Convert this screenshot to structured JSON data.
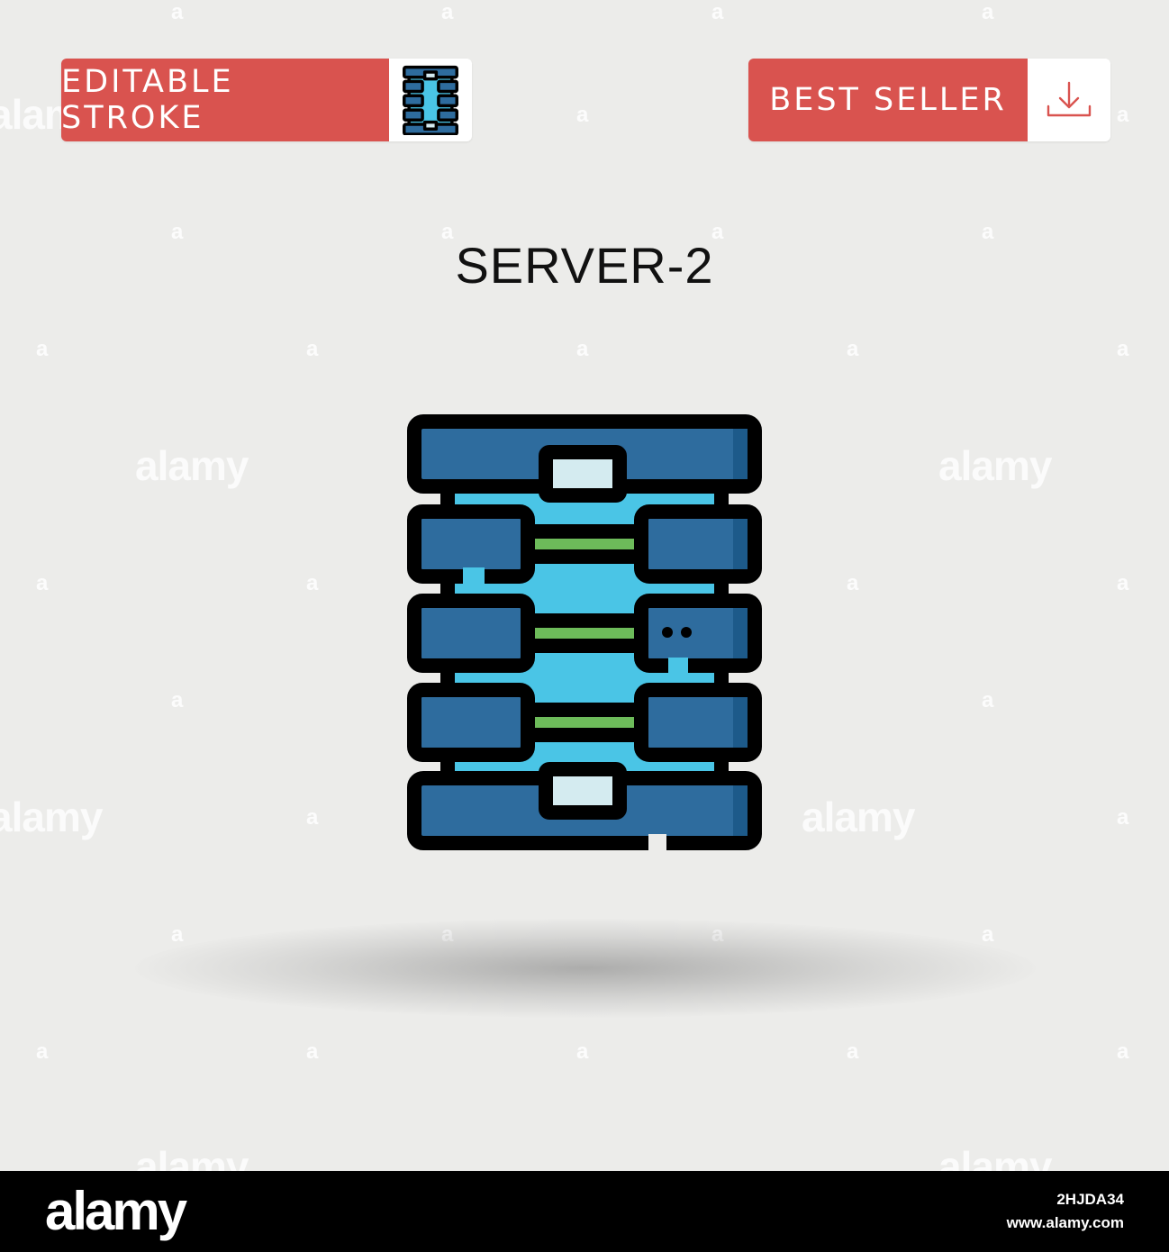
{
  "badges": {
    "editable_stroke": "EDITABLE STROKE",
    "best_seller": "BEST SELLER"
  },
  "title": "SERVER-2",
  "icons": {
    "badge_left_icon": "server-rack-icon",
    "badge_right_icon": "download-icon",
    "main_icon": "server-rack-icon"
  },
  "watermark": {
    "word": "alamy",
    "letter": "a"
  },
  "footer": {
    "logo": "alamy",
    "image_id": "2HJDA34",
    "url": "www.alamy.com"
  },
  "colors": {
    "background": "#ececea",
    "badge_red": "#d9534f",
    "icon_dark_blue": "#2e6c9e",
    "icon_light_blue": "#4ac5e6",
    "icon_green": "#6dbb5a",
    "icon_panel": "#d4ebf0",
    "footer_bg": "#000000"
  }
}
